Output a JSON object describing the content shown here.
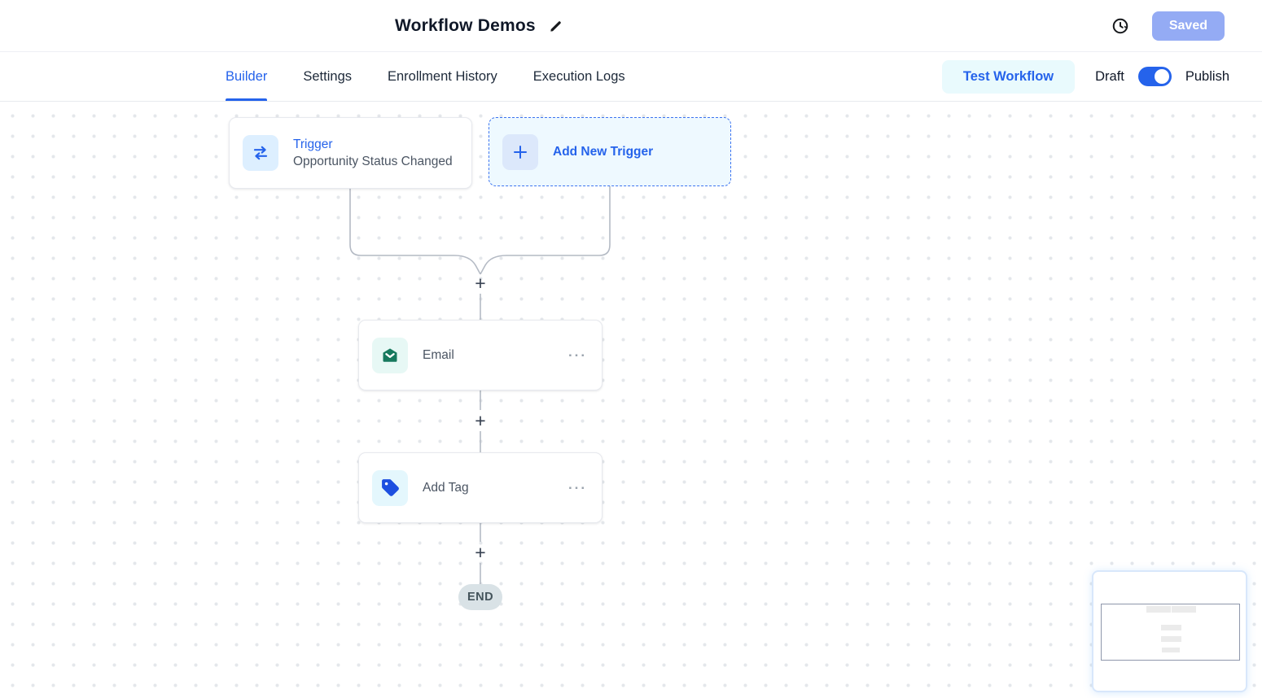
{
  "header": {
    "title": "Workflow Demos",
    "saved_button_label": "Saved"
  },
  "tabs": {
    "items": [
      {
        "label": "Builder",
        "active": true
      },
      {
        "label": "Settings",
        "active": false
      },
      {
        "label": "Enrollment History",
        "active": false
      },
      {
        "label": "Execution Logs",
        "active": false
      }
    ],
    "test_workflow_label": "Test Workflow",
    "draft_label": "Draft",
    "publish_label": "Publish",
    "publish_toggle_state": "on"
  },
  "canvas": {
    "trigger_node": {
      "title": "Trigger",
      "subtitle": "Opportunity Status Changed",
      "icon": "swap-arrows-icon"
    },
    "add_trigger_node": {
      "label": "Add New Trigger",
      "icon": "plus-icon"
    },
    "action_nodes": [
      {
        "label": "Email",
        "icon": "email-envelope-icon",
        "menu_glyph": "···"
      },
      {
        "label": "Add Tag",
        "icon": "tag-icon",
        "menu_glyph": "···"
      }
    ],
    "plus_glyph": "+",
    "end_label": "END"
  },
  "colors": {
    "accent_blue": "#2563eb",
    "saved_button_bg": "#94abf4",
    "test_workflow_bg": "#e9fafd",
    "email_icon_green": "#17795e",
    "tag_icon_blue": "#1d4fe0",
    "end_pill_bg": "#d9e2e6",
    "connector_gray": "#b4bac4",
    "dot_grid_gray": "#e4e7eb"
  }
}
